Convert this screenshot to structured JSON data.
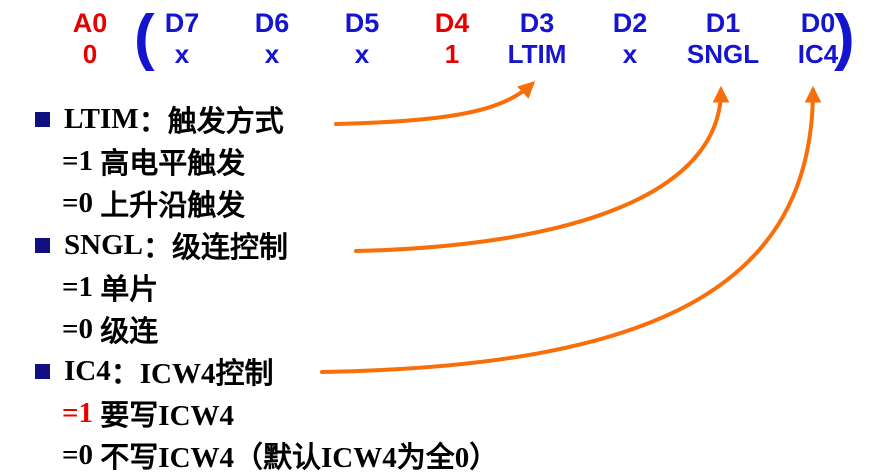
{
  "colors": {
    "header_blue": "#1515cf",
    "header_red": "#e60000",
    "bullet_navy": "#10107e",
    "arrow_orange": "#f96e08",
    "body_text": "#000000",
    "background": "#ffffff"
  },
  "register": {
    "bracket_open": "(",
    "bracket_close": ")",
    "bits": [
      {
        "label": "A0",
        "value": "0",
        "color": "red"
      },
      {
        "label": "D7",
        "value": "x",
        "color": "blue"
      },
      {
        "label": "D6",
        "value": "x",
        "color": "blue"
      },
      {
        "label": "D5",
        "value": "x",
        "color": "blue"
      },
      {
        "label": "D4",
        "value": "1",
        "color": "red"
      },
      {
        "label": "D3",
        "value": "LTIM",
        "color": "blue"
      },
      {
        "label": "D2",
        "value": "x",
        "color": "blue"
      },
      {
        "label": "D1",
        "value": "SNGL",
        "color": "blue"
      },
      {
        "label": "D0",
        "value": "IC4",
        "color": "blue"
      }
    ]
  },
  "list": {
    "items": [
      {
        "lead": "LTIM",
        "rest": "：触发方式"
      },
      {
        "lead": "=1",
        "rest": " 高电平触发"
      },
      {
        "lead": "=0",
        "rest": " 上升沿触发"
      },
      {
        "lead": "SNGL",
        "rest": "：级连控制"
      },
      {
        "lead": "=1",
        "rest": " 单片"
      },
      {
        "lead": "=0",
        "rest": " 级连"
      },
      {
        "lead": "IC4",
        "rest": "：ICW4控制"
      },
      {
        "lead": "=1",
        "rest": " 要写ICW4",
        "lead_color": "red"
      },
      {
        "lead": "=0",
        "rest": " 不写ICW4（默认ICW4为全0）"
      }
    ]
  }
}
